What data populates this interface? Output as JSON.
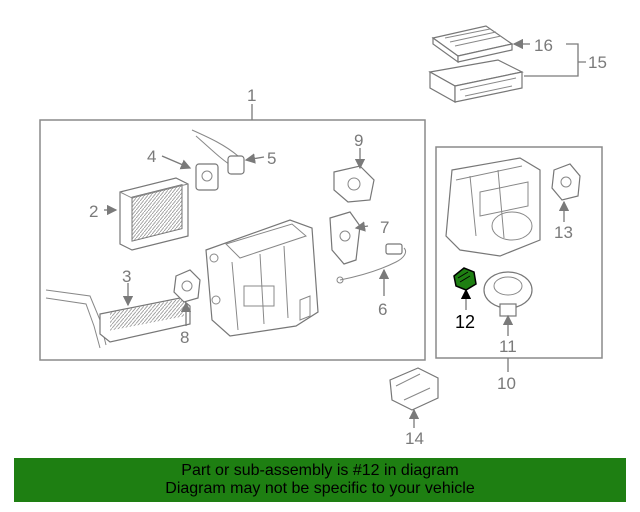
{
  "callouts": {
    "c1": "1",
    "c2": "2",
    "c3": "3",
    "c4": "4",
    "c5": "5",
    "c6": "6",
    "c7": "7",
    "c8": "8",
    "c9": "9",
    "c10": "10",
    "c11": "11",
    "c12": "12",
    "c13": "13",
    "c14": "14",
    "c15": "15",
    "c16": "16"
  },
  "highlight": {
    "part": "12",
    "color": "#1e7f12"
  },
  "banner": {
    "line1": "Part or sub-assembly is #12 in diagram",
    "line2": "Diagram may not be specific to your vehicle",
    "color": "#1e7f12"
  }
}
